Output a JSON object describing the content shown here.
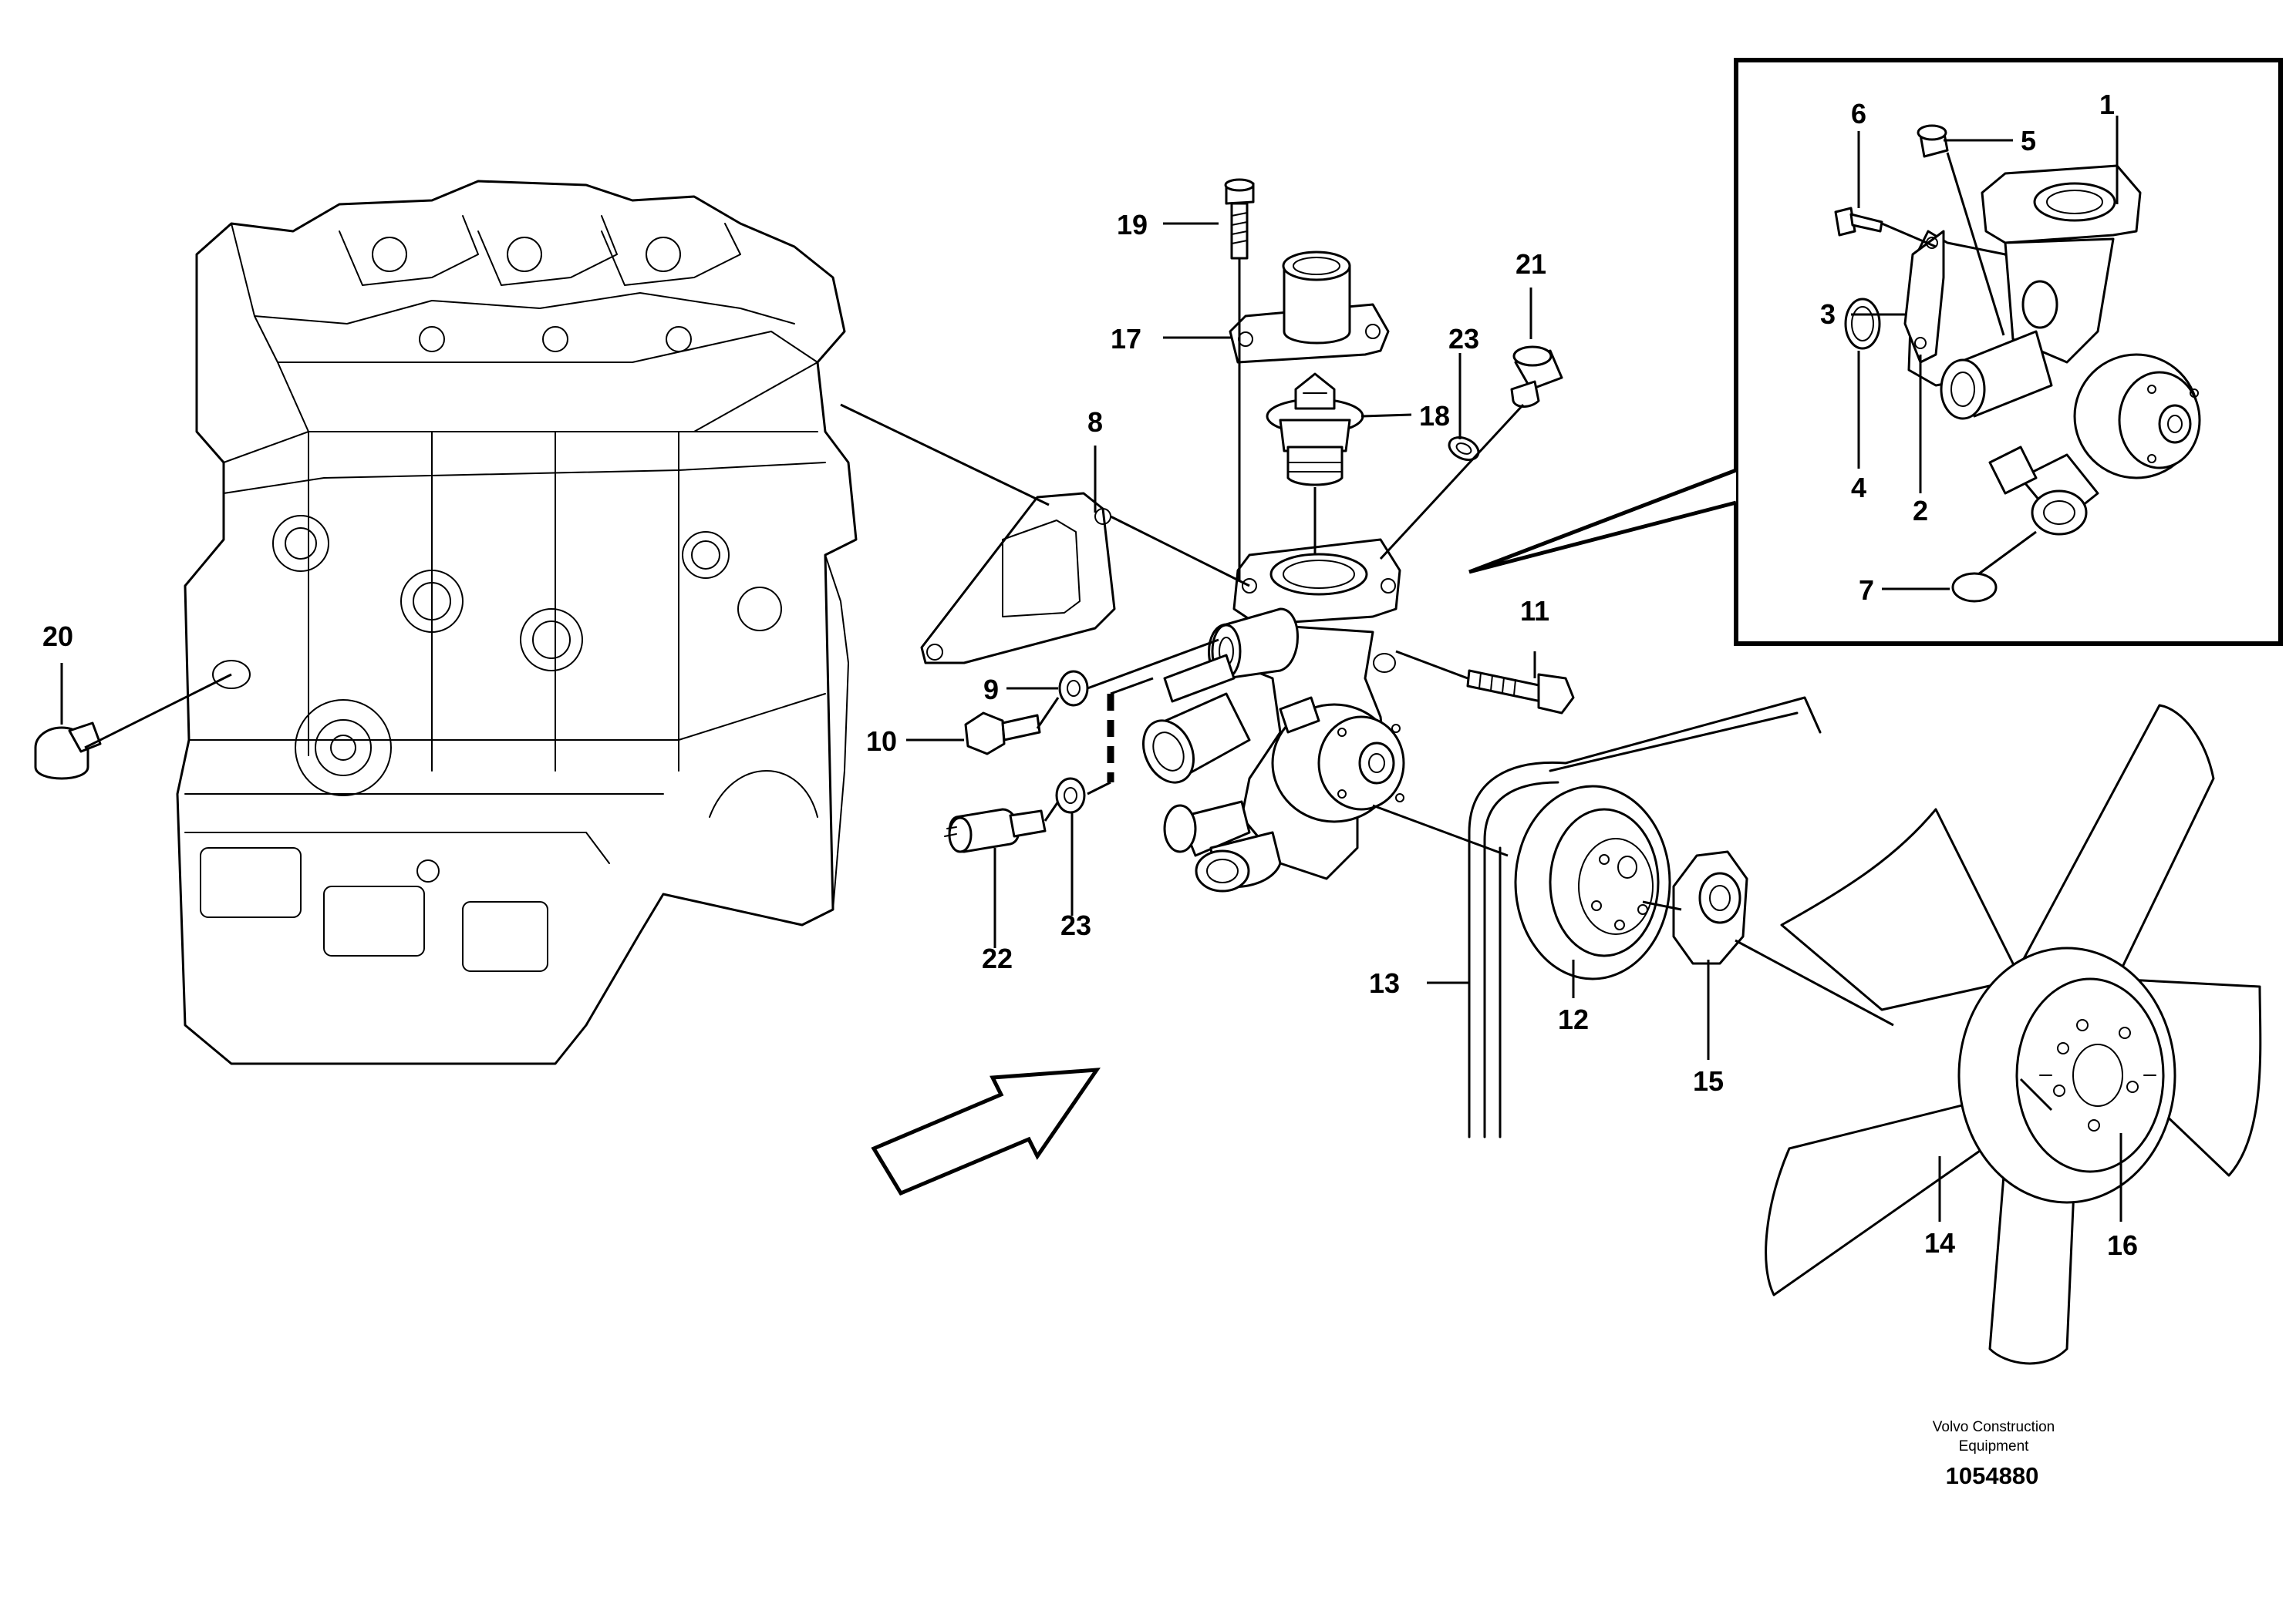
{
  "callouts": {
    "c1": "1",
    "c2": "2",
    "c3": "3",
    "c4": "4",
    "c5": "5",
    "c6": "6",
    "c7": "7",
    "c8": "8",
    "c9": "9",
    "c10": "10",
    "c11": "11",
    "c12": "12",
    "c13": "13",
    "c14": "14",
    "c15": "15",
    "c16": "16",
    "c17": "17",
    "c18": "18",
    "c19": "19",
    "c20": "20",
    "c21": "21",
    "c22": "22",
    "c23a": "23",
    "c23b": "23"
  },
  "footer": {
    "company_line1": "Volvo Construction",
    "company_line2": "Equipment",
    "drawing_number": "1054880"
  }
}
